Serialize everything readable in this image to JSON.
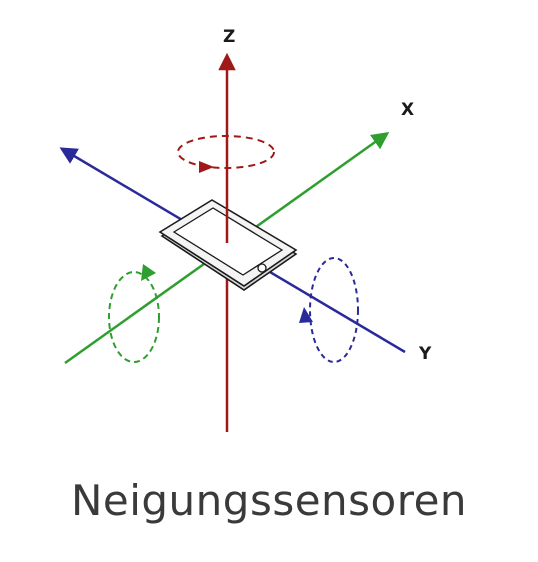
{
  "axes": {
    "x": {
      "label": "X",
      "color": "#2e9e2e"
    },
    "y": {
      "label": "Y",
      "color": "#2a2a9a"
    },
    "z": {
      "label": "Z",
      "color": "#a01818"
    }
  },
  "device": {
    "icon": "tablet-icon",
    "fill": "#ffffff",
    "shade": "#e4e4e4"
  },
  "caption": "Neigungssensoren"
}
